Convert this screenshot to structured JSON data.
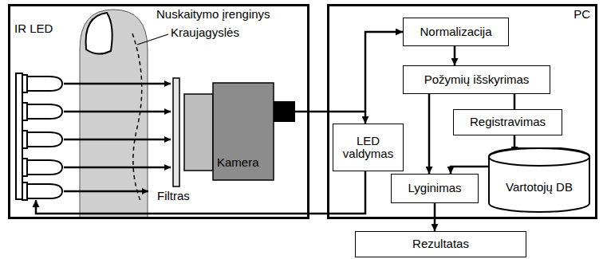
{
  "diagram": {
    "nodes": [
      {
        "text": [
          "Nuskaitymo įrenginys"
        ]
      },
      {
        "text": [
          "PC"
        ]
      },
      {
        "text": [
          "Normalizacija"
        ],
        "in": 1
      },
      {
        "text": [
          "Požymių išskyrimas"
        ],
        "in": 1
      },
      {
        "text": [
          "Registravimas"
        ],
        "in": 1
      },
      {
        "text": [
          "LED valdymas"
        ],
        "in": 1
      },
      {
        "text": [
          "Vartotojų DB"
        ],
        "in": 1
      },
      {
        "text": [
          "Lyginimas"
        ],
        "in": 1
      },
      {
        "text": [
          "Rezultatas"
        ]
      }
    ],
    "edges": [
      {
        "from": 0,
        "to": 2,
        "arrow": "to"
      },
      {
        "from": 0,
        "to": 5,
        "arrow": "to"
      },
      {
        "from": 5,
        "to": 0,
        "arrow": "to"
      },
      {
        "from": 2,
        "to": 3,
        "arrow": "to"
      },
      {
        "from": 3,
        "to": 4,
        "arrow": "none"
      },
      {
        "from": 4,
        "to": 6,
        "arrow": "to"
      },
      {
        "from": 3,
        "to": 7,
        "arrow": "to"
      },
      {
        "from": 6,
        "to": 7,
        "arrow": "to"
      },
      {
        "from": 7,
        "to": 8,
        "arrow": "to"
      }
    ],
    "labels": [
      "IR LED",
      "Kraujagyslės",
      "Filtras",
      "Kamera"
    ]
  }
}
